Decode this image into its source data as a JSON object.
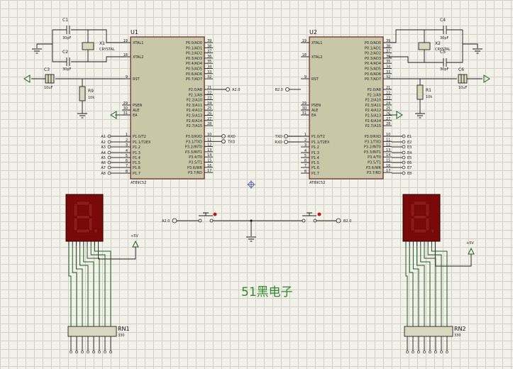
{
  "watermark": "51黑电子",
  "u1": {
    "ref": "U1",
    "part": "AT89C52",
    "left_pins": [
      {
        "n": "19",
        "name": "XTAL1"
      },
      {
        "n": "18",
        "name": "XTAL2"
      },
      {
        "n": "9",
        "name": "RST"
      },
      {
        "n": "29",
        "name": "PSEN"
      },
      {
        "n": "30",
        "name": "ALE"
      },
      {
        "n": "31",
        "name": "EA"
      },
      {
        "n": "1",
        "name": "P1.0/T2"
      },
      {
        "n": "2",
        "name": "P1.1/T2EX"
      },
      {
        "n": "3",
        "name": "P1.2"
      },
      {
        "n": "4",
        "name": "P1.3"
      },
      {
        "n": "5",
        "name": "P1.4"
      },
      {
        "n": "6",
        "name": "P1.5"
      },
      {
        "n": "7",
        "name": "P1.6"
      },
      {
        "n": "8",
        "name": "P1.7"
      }
    ],
    "right_pins": [
      {
        "n": "39",
        "name": "P0.0/AD0"
      },
      {
        "n": "38",
        "name": "P0.1/AD1"
      },
      {
        "n": "37",
        "name": "P0.2/AD2"
      },
      {
        "n": "36",
        "name": "P0.3/AD3"
      },
      {
        "n": "35",
        "name": "P0.4/AD4"
      },
      {
        "n": "34",
        "name": "P0.5/AD5"
      },
      {
        "n": "33",
        "name": "P0.6/AD6"
      },
      {
        "n": "32",
        "name": "P0.7/AD7"
      },
      {
        "n": "21",
        "name": "P2.0/A8"
      },
      {
        "n": "22",
        "name": "P2.1/A9"
      },
      {
        "n": "23",
        "name": "P2.2/A10"
      },
      {
        "n": "24",
        "name": "P2.3/A11"
      },
      {
        "n": "25",
        "name": "P2.4/A12"
      },
      {
        "n": "26",
        "name": "P2.5/A13"
      },
      {
        "n": "27",
        "name": "P2.6/A14"
      },
      {
        "n": "28",
        "name": "P2.7/A15"
      },
      {
        "n": "10",
        "name": "P3.0/RXD"
      },
      {
        "n": "11",
        "name": "P3.1/TXD"
      },
      {
        "n": "12",
        "name": "P3.2/INT0"
      },
      {
        "n": "13",
        "name": "P3.3/INT1"
      },
      {
        "n": "14",
        "name": "P3.4/T0"
      },
      {
        "n": "15",
        "name": "P3.5/T1"
      },
      {
        "n": "16",
        "name": "P3.6/WR"
      },
      {
        "n": "17",
        "name": "P3.7/RD"
      }
    ],
    "p1_labels": [
      "A1",
      "A2",
      "A3",
      "A4",
      "A5",
      "A6",
      "A7",
      "A8"
    ],
    "p2_label": "A2.0",
    "p3_labels": [
      "RXD",
      "TXD"
    ]
  },
  "u2": {
    "ref": "U2",
    "part": "AT89C52",
    "p1_labels": [
      "E1",
      "E2",
      "E3",
      "E4",
      "E5",
      "E6",
      "E7",
      "E8"
    ],
    "p2_label": "B2.0",
    "p3_labels": [
      "TXD",
      "RXD"
    ]
  },
  "parts": {
    "c1": {
      "ref": "C1",
      "val": "30pF"
    },
    "c2": {
      "ref": "C2",
      "val": "30pF"
    },
    "c3": {
      "ref": "C3",
      "val": "10uF"
    },
    "c4": {
      "ref": "C4",
      "val": "30pF"
    },
    "c5": {
      "ref": "C5",
      "val": "30pF"
    },
    "c6": {
      "ref": "C6",
      "val": "10uF"
    },
    "x1": {
      "ref": "X1",
      "val": "CRYSTAL"
    },
    "x2": {
      "ref": "X2",
      "val": "CRYSTAL"
    },
    "r9": {
      "ref": "R9",
      "val": "10k"
    },
    "r1": {
      "ref": "R1",
      "val": "10k"
    },
    "rn1": {
      "ref": "RN1",
      "val": "330"
    },
    "rn2": {
      "ref": "RN2",
      "val": "330"
    },
    "vcc_left": "+5V",
    "vcc_right": "+5V",
    "btn_left_label": "A2.0",
    "btn_right_label": "B2.0"
  }
}
